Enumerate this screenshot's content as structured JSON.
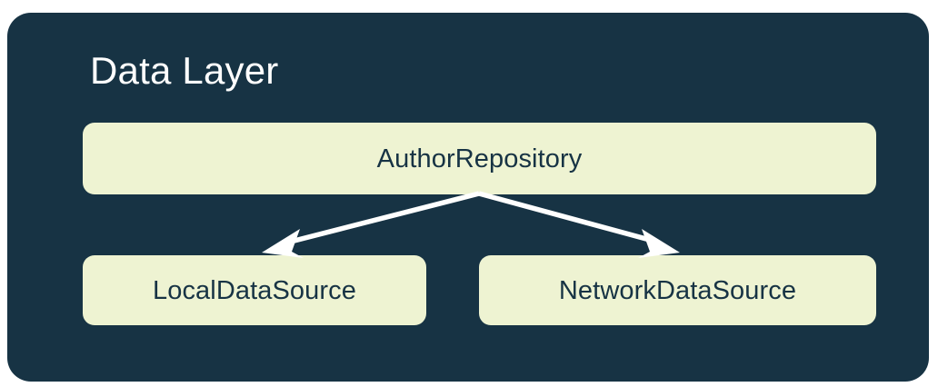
{
  "diagram": {
    "title": "Data Layer",
    "container_color": "#173344",
    "node_fill_color": "#EEF3D2",
    "node_text_color": "#173344",
    "title_color": "#FFFFFF",
    "arrow_color": "#FFFFFF",
    "background_color": "#FFFFFF",
    "nodes": [
      {
        "id": "author-repository",
        "label": "AuthorRepository"
      },
      {
        "id": "local-data-source",
        "label": "LocalDataSource"
      },
      {
        "id": "network-data-source",
        "label": "NetworkDataSource"
      }
    ],
    "edges": [
      {
        "from": "AuthorRepository",
        "to": "LocalDataSource",
        "style": "arrow"
      },
      {
        "from": "AuthorRepository",
        "to": "NetworkDataSource",
        "style": "arrow"
      }
    ]
  }
}
